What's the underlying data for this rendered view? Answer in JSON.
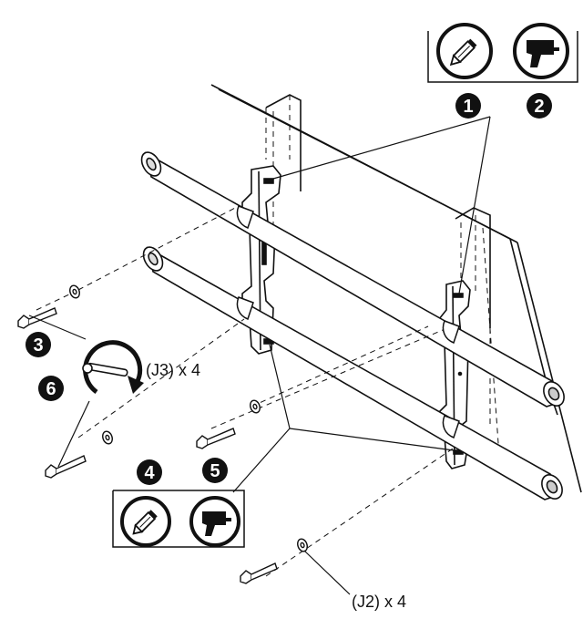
{
  "colors": {
    "ink": "#111111",
    "paper": "#ffffff",
    "wall_fill": "#f6f6f6",
    "badge": "#111111"
  },
  "tool_icons": {
    "top_pencil": "pencil-icon",
    "top_drill": "drill-icon",
    "bottom_pencil": "pencil-icon",
    "bottom_drill": "drill-icon",
    "wrench": "socket-wrench-icon"
  },
  "steps": {
    "s1": "1",
    "s2": "2",
    "s3": "3",
    "s4": "4",
    "s5": "5",
    "s6": "6"
  },
  "labels": {
    "j3": "(J3) x 4",
    "j2": "(J2) x 4"
  }
}
